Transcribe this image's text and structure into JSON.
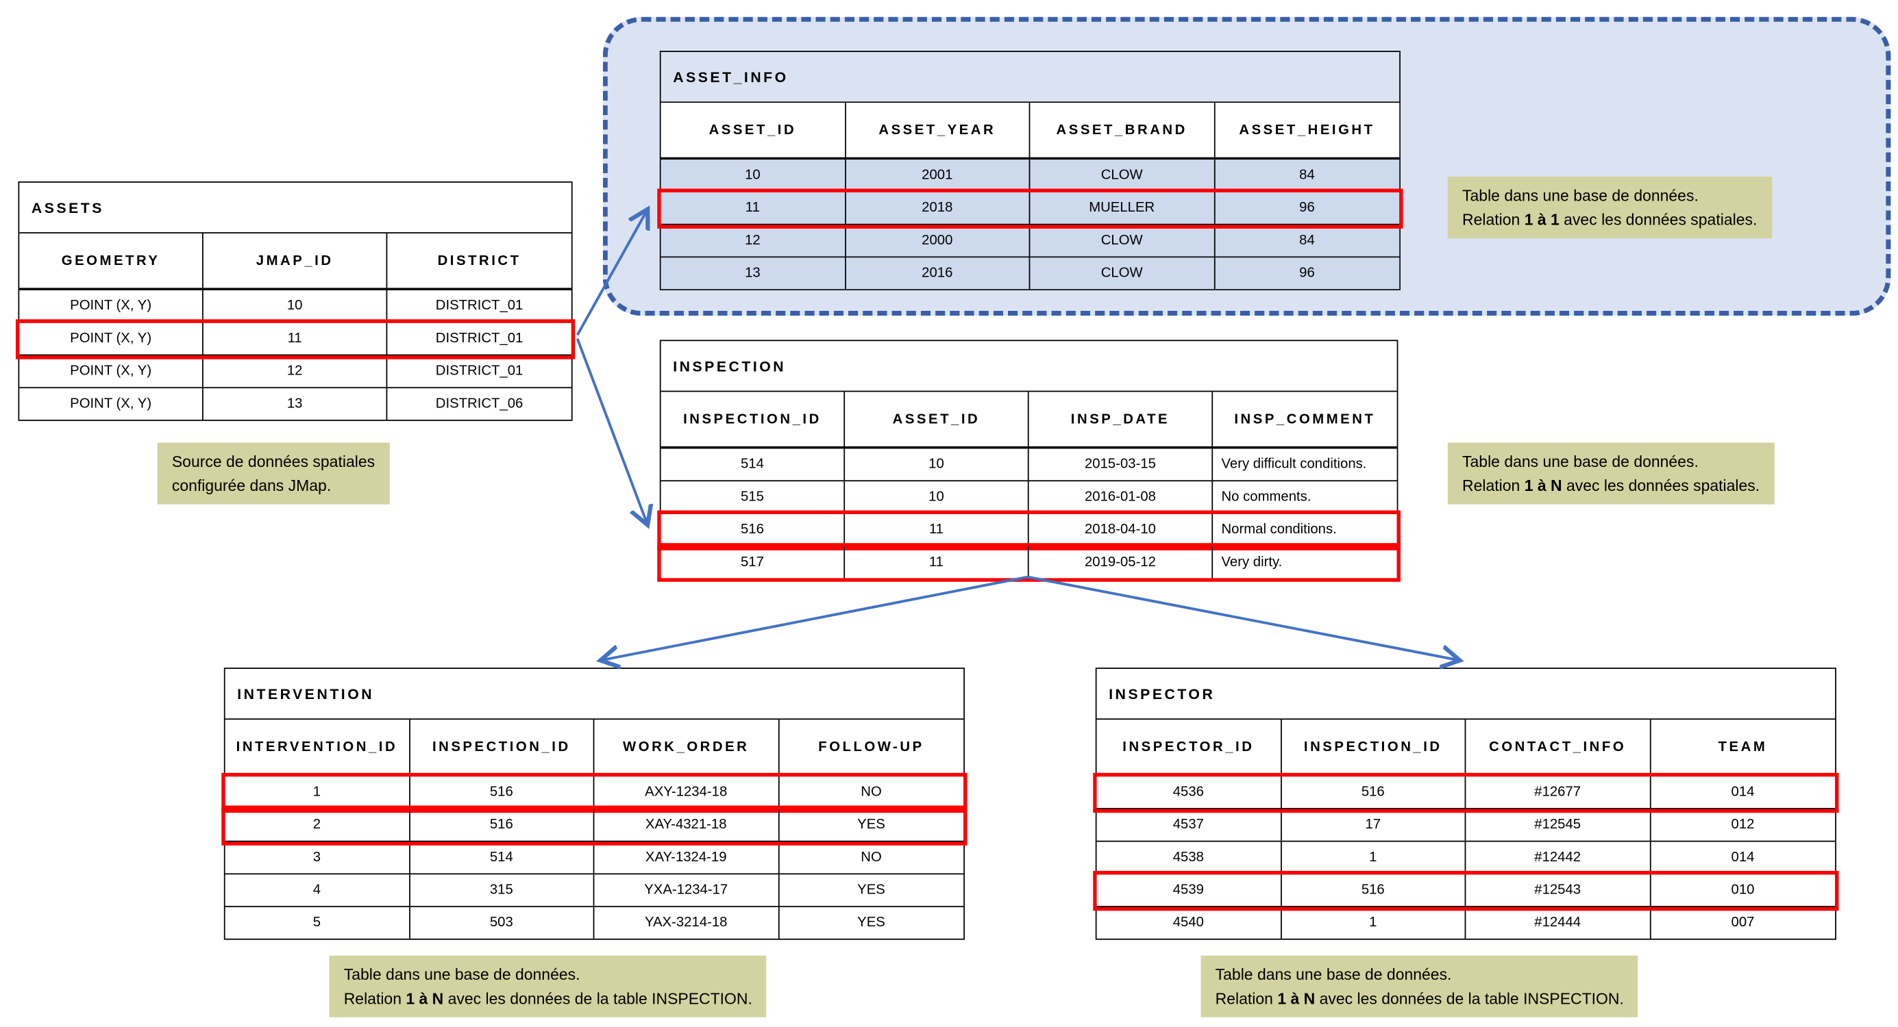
{
  "colors": {
    "highlight_red": "#ff0000",
    "arrow_blue": "#4472c4",
    "dashed_border_blue": "#3a5fa8",
    "panel_fill_blue": "#dbe3f3",
    "row_fill_blue": "#cdd9ed",
    "note_bg": "#d2d3a0",
    "table_border": "#000000"
  },
  "tables": {
    "assets": {
      "title": "ASSETS",
      "headers": [
        "GEOMETRY",
        "JMAP_ID",
        "DISTRICT"
      ],
      "rows": [
        [
          "POINT (X, Y)",
          "10",
          "DISTRICT_01"
        ],
        [
          "POINT (X, Y)",
          "11",
          "DISTRICT_01"
        ],
        [
          "POINT (X, Y)",
          "12",
          "DISTRICT_01"
        ],
        [
          "POINT (X, Y)",
          "13",
          "DISTRICT_06"
        ]
      ],
      "highlighted_rows": [
        1
      ]
    },
    "asset_info": {
      "title": "ASSET_INFO",
      "headers": [
        "ASSET_ID",
        "ASSET_YEAR",
        "ASSET_BRAND",
        "ASSET_HEIGHT"
      ],
      "rows": [
        [
          "10",
          "2001",
          "CLOW",
          "84"
        ],
        [
          "11",
          "2018",
          "MUELLER",
          "96"
        ],
        [
          "12",
          "2000",
          "CLOW",
          "84"
        ],
        [
          "13",
          "2016",
          "CLOW",
          "96"
        ]
      ],
      "highlighted_rows": [
        1
      ]
    },
    "inspection": {
      "title": "INSPECTION",
      "headers": [
        "INSPECTION_ID",
        "ASSET_ID",
        "INSP_DATE",
        "INSP_COMMENT"
      ],
      "rows": [
        [
          "514",
          "10",
          "2015-03-15",
          "Very difficult conditions."
        ],
        [
          "515",
          "10",
          "2016-01-08",
          "No comments."
        ],
        [
          "516",
          "11",
          "2018-04-10",
          "Normal conditions."
        ],
        [
          "517",
          "11",
          "2019-05-12",
          "Very dirty."
        ]
      ],
      "highlighted_rows": [
        2,
        3
      ],
      "left_align_cols": [
        3
      ]
    },
    "intervention": {
      "title": "INTERVENTION",
      "headers": [
        "INTERVENTION_ID",
        "INSPECTION_ID",
        "WORK_ORDER",
        "FOLLOW-UP"
      ],
      "rows": [
        [
          "1",
          "516",
          "AXY-1234-18",
          "NO"
        ],
        [
          "2",
          "516",
          "XAY-4321-18",
          "YES"
        ],
        [
          "3",
          "514",
          "XAY-1324-19",
          "NO"
        ],
        [
          "4",
          "315",
          "YXA-1234-17",
          "YES"
        ],
        [
          "5",
          "503",
          "YAX-3214-18",
          "YES"
        ]
      ],
      "highlighted_rows": [
        0,
        1
      ]
    },
    "inspector": {
      "title": "INSPECTOR",
      "headers": [
        "INSPECTOR_ID",
        "INSPECTION_ID",
        "CONTACT_INFO",
        "TEAM"
      ],
      "rows": [
        [
          "4536",
          "516",
          "#12677",
          "014"
        ],
        [
          "4537",
          "17",
          "#12545",
          "012"
        ],
        [
          "4538",
          "1",
          "#12442",
          "014"
        ],
        [
          "4539",
          "516",
          "#12543",
          "010"
        ],
        [
          "4540",
          "1",
          "#12444",
          "007"
        ]
      ],
      "highlighted_rows": [
        0,
        3
      ]
    }
  },
  "notes": {
    "jmap_source": {
      "line1": "Source de données spatiales",
      "line2": "configurée dans JMap."
    },
    "asset_info_note": {
      "line1": "Table dans une base de données.",
      "line2_prefix": "Relation ",
      "line2_bold": "1 à 1",
      "line2_suffix": " avec les données spatiales."
    },
    "inspection_note": {
      "line1": "Table dans une base de données.",
      "line2_prefix": "Relation ",
      "line2_bold": "1 à N",
      "line2_suffix": " avec les données spatiales."
    },
    "intervention_note": {
      "line1": "Table dans une base de données.",
      "line2_prefix": "Relation ",
      "line2_bold": "1 à N",
      "line2_suffix": " avec les données de la table INSPECTION."
    },
    "inspector_note": {
      "line1": "Table dans une base de données.",
      "line2_prefix": "Relation ",
      "line2_bold": "1 à N",
      "line2_suffix": " avec les données de la table INSPECTION."
    }
  }
}
